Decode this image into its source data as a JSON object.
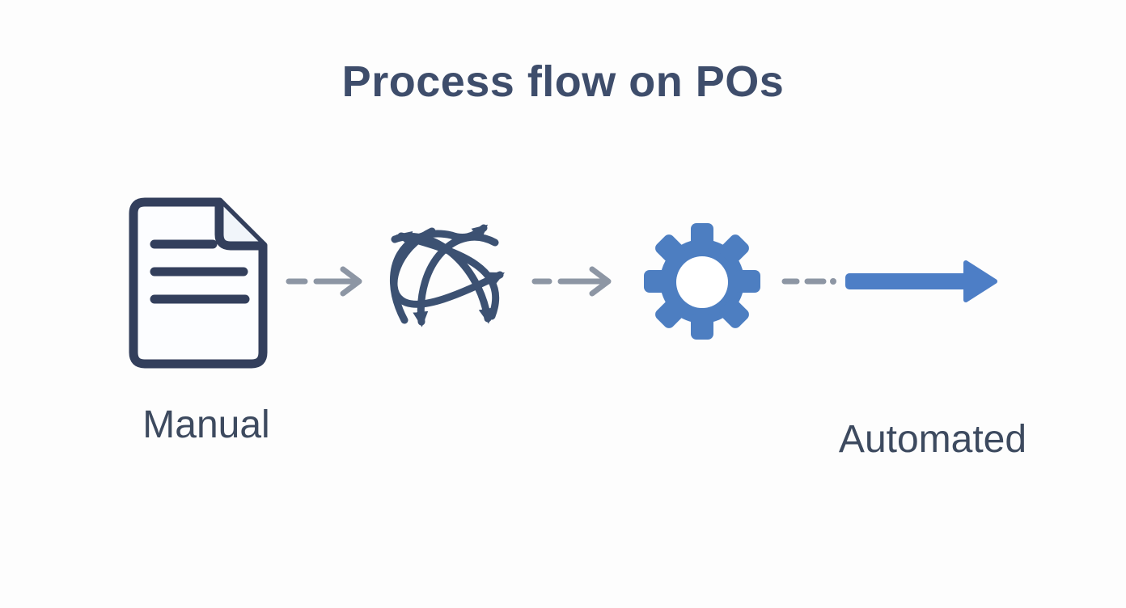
{
  "title": "Process flow on POs",
  "labels": {
    "manual": "Manual",
    "automated": "Automated"
  },
  "flow": {
    "steps": [
      {
        "icon": "document-icon",
        "label": "Manual",
        "state": "start"
      },
      {
        "icon": "tangled-arrows-icon",
        "label": "",
        "state": "chaos"
      },
      {
        "icon": "gear-icon",
        "label": "",
        "state": "process"
      },
      {
        "icon": "solid-arrow-right-icon",
        "label": "Automated",
        "state": "end"
      }
    ],
    "connector_style": "dashed-arrow-right"
  },
  "colors": {
    "background": "#fdfdfd",
    "title_text": "#3e4d6b",
    "label_text": "#3d4a5f",
    "document_icon": "#333f5c",
    "chaos_icon": "#3c5172",
    "gear_icon": "#4d7ec1",
    "connector_gray": "#8d96a4",
    "arrow_blue": "#4d7ec6"
  }
}
